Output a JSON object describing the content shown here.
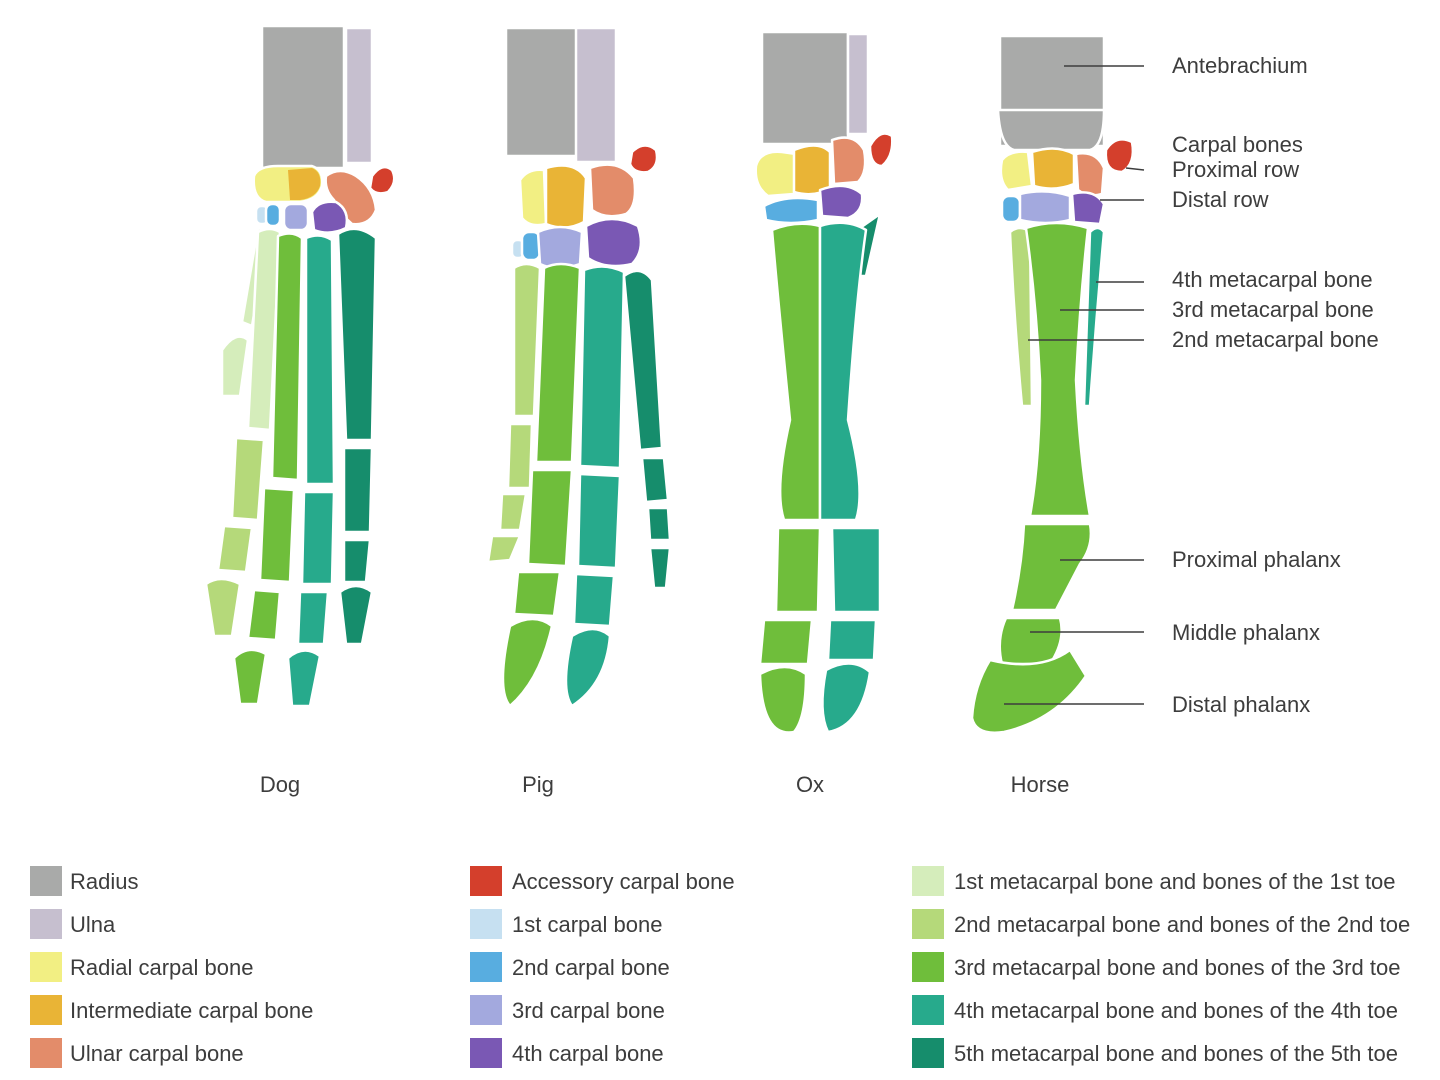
{
  "colors": {
    "radius": "#a9aaa9",
    "ulna": "#c6bfcf",
    "radial_carpal": "#f2ef83",
    "intermediate_carpal": "#e9b436",
    "ulnar_carpal": "#e38c6a",
    "accessory_carpal": "#d43f2c",
    "carpal_1": "#c6e0f1",
    "carpal_2": "#58ade0",
    "carpal_3": "#a3a9de",
    "carpal_4": "#7a58b4",
    "toe_1": "#d5edbb",
    "toe_2": "#b5d97a",
    "toe_3": "#6fbe3b",
    "toe_4": "#27aa8c",
    "toe_5": "#168d6c"
  },
  "species": [
    {
      "key": "dog",
      "name": "Dog"
    },
    {
      "key": "pig",
      "name": "Pig"
    },
    {
      "key": "ox",
      "name": "Ox"
    },
    {
      "key": "horse",
      "name": "Horse"
    }
  ],
  "callouts": [
    {
      "key": "antebrachium",
      "text": "Antebrachium"
    },
    {
      "key": "carpal-bones",
      "text": "Carpal bones"
    },
    {
      "key": "proximal-row",
      "text": "Proximal row"
    },
    {
      "key": "distal-row",
      "text": "Distal row"
    },
    {
      "key": "metacarpal-4",
      "text": "4th metacarpal bone"
    },
    {
      "key": "metacarpal-3",
      "text": "3rd metacarpal bone"
    },
    {
      "key": "metacarpal-2",
      "text": "2nd metacarpal bone"
    },
    {
      "key": "proximal-phalanx",
      "text": "Proximal phalanx"
    },
    {
      "key": "middle-phalanx",
      "text": "Middle phalanx"
    },
    {
      "key": "distal-phalanx",
      "text": "Distal phalanx"
    }
  ],
  "legend": [
    {
      "key": "radius",
      "label": "Radius",
      "color": "#a9aaa9"
    },
    {
      "key": "ulna",
      "label": "Ulna",
      "color": "#c6bfcf"
    },
    {
      "key": "radial-carpal",
      "label": "Radial carpal bone",
      "color": "#f2ef83"
    },
    {
      "key": "intermediate-carpal",
      "label": "Intermediate carpal bone",
      "color": "#e9b436"
    },
    {
      "key": "ulnar-carpal",
      "label": "Ulnar carpal bone",
      "color": "#e38c6a"
    },
    {
      "key": "accessory-carpal",
      "label": "Accessory carpal bone",
      "color": "#d43f2c"
    },
    {
      "key": "carpal-1",
      "label": "1st carpal bone",
      "color": "#c6e0f1"
    },
    {
      "key": "carpal-2",
      "label": "2nd carpal bone",
      "color": "#58ade0"
    },
    {
      "key": "carpal-3",
      "label": "3rd carpal bone",
      "color": "#a3a9de"
    },
    {
      "key": "carpal-4",
      "label": "4th carpal bone",
      "color": "#7a58b4"
    },
    {
      "key": "toe-1",
      "label": "1st metacarpal bone and bones of the 1st toe",
      "color": "#d5edbb"
    },
    {
      "key": "toe-2",
      "label": "2nd metacarpal bone and bones of the 2nd toe",
      "color": "#b5d97a"
    },
    {
      "key": "toe-3",
      "label": "3rd metacarpal bone and bones of the 3rd toe",
      "color": "#6fbe3b"
    },
    {
      "key": "toe-4",
      "label": "4th metacarpal bone and bones of the 4th toe",
      "color": "#27aa8c"
    },
    {
      "key": "toe-5",
      "label": "5th metacarpal bone and bones of the 5th toe",
      "color": "#168d6c"
    }
  ]
}
